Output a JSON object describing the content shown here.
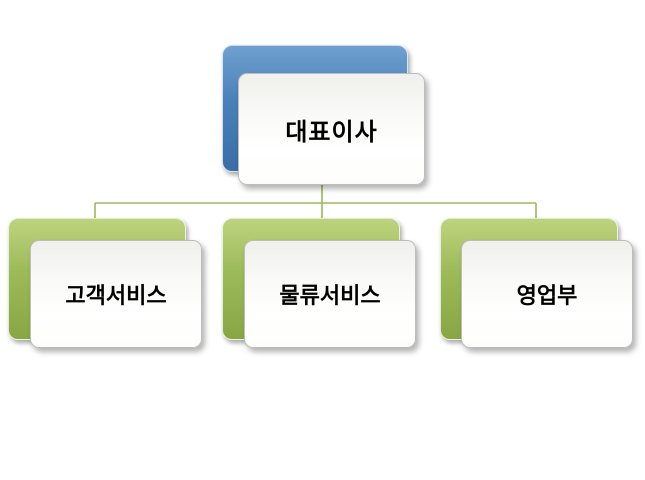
{
  "diagram": {
    "type": "org-chart",
    "root": {
      "label": "대표이사"
    },
    "children": [
      {
        "label": "고객서비스"
      },
      {
        "label": "물류서비스"
      },
      {
        "label": "영업부"
      }
    ],
    "colors": {
      "root_shadow_shape": "#3f76b0",
      "child_shadow_shape": "#94b74d",
      "connector": "#9aba58",
      "node_border": "#bdbdbd",
      "background": "#ffffff"
    }
  }
}
